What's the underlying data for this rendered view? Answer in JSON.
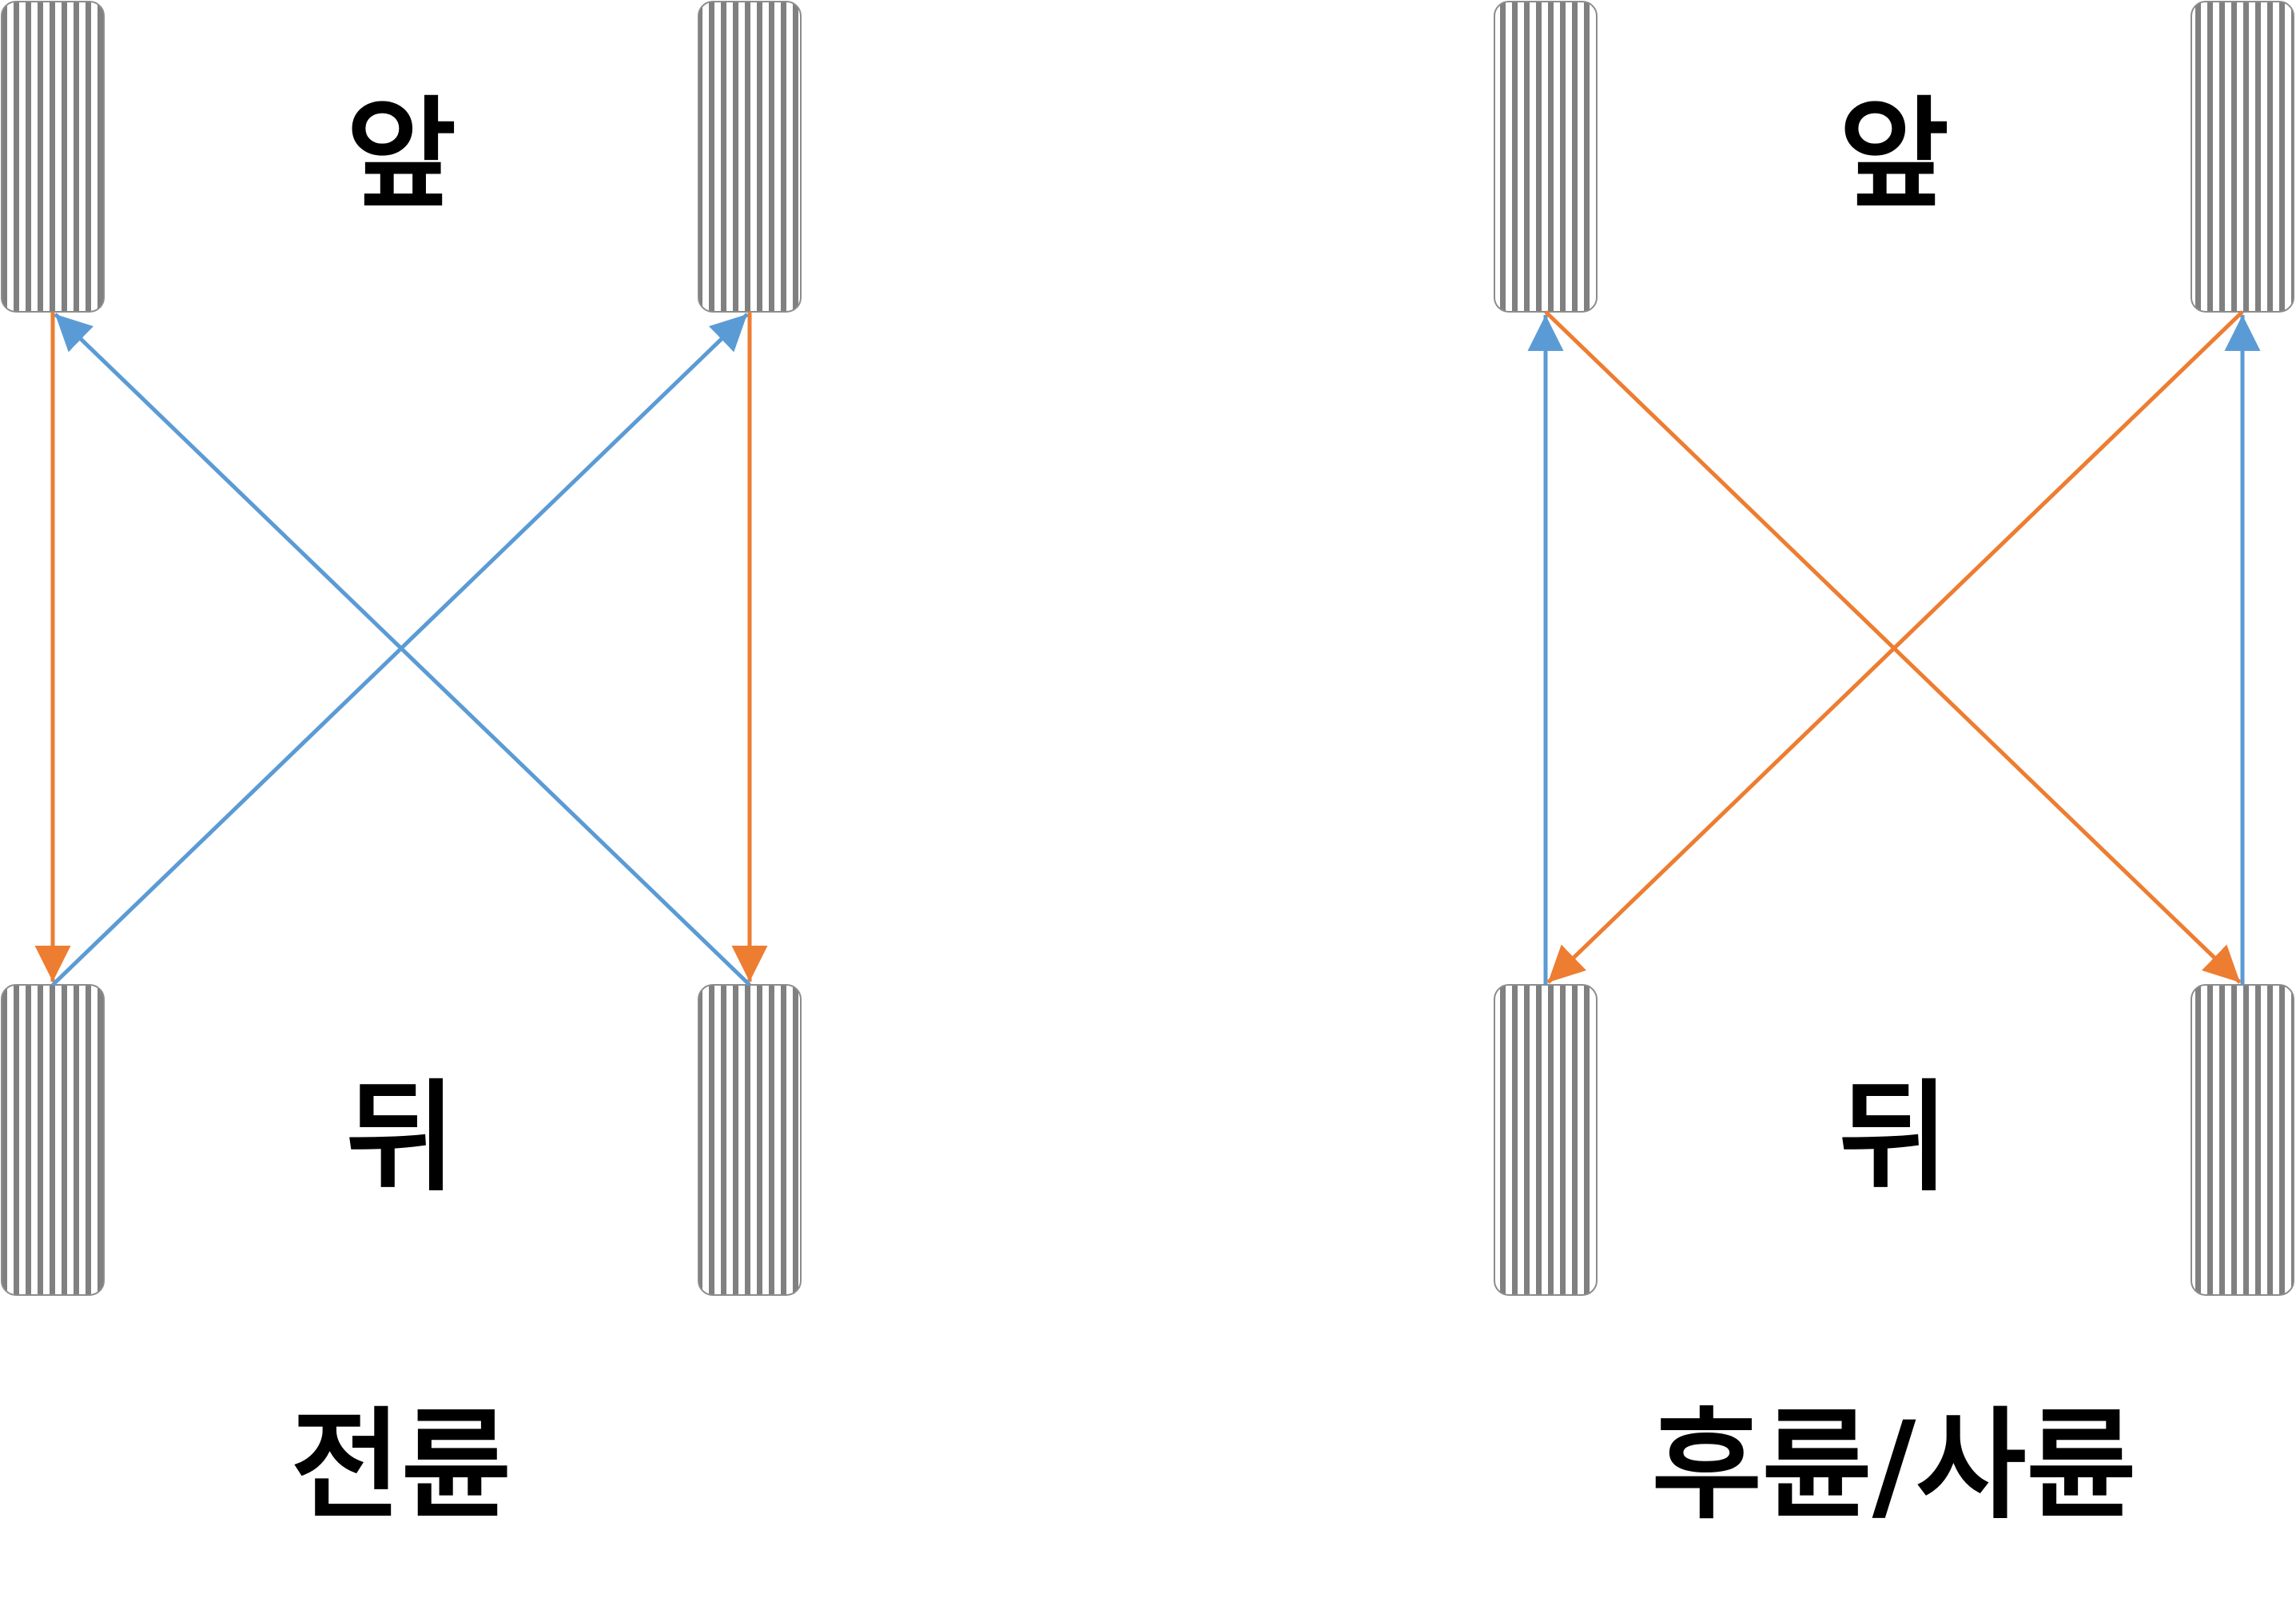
{
  "colors": {
    "orange": "#ED7D31",
    "blue": "#5B9BD5",
    "tire_stripe": "#808080",
    "tire_border": "#8c8c8c",
    "text": "#000000"
  },
  "panels": [
    {
      "id": "front-wheel-drive",
      "front_label": "앞",
      "rear_label": "뒤",
      "caption": "전륜",
      "arrows": [
        {
          "from": "front-left",
          "to": "rear-left",
          "color": "orange"
        },
        {
          "from": "front-right",
          "to": "rear-right",
          "color": "orange"
        },
        {
          "from": "rear-left",
          "to": "front-right",
          "color": "blue"
        },
        {
          "from": "rear-right",
          "to": "front-left",
          "color": "blue"
        }
      ]
    },
    {
      "id": "rear-four-wheel-drive",
      "front_label": "앞",
      "rear_label": "뒤",
      "caption": "후륜/사륜",
      "arrows": [
        {
          "from": "rear-left",
          "to": "front-left",
          "color": "blue"
        },
        {
          "from": "rear-right",
          "to": "front-right",
          "color": "blue"
        },
        {
          "from": "front-left",
          "to": "rear-right",
          "color": "orange"
        },
        {
          "from": "front-right",
          "to": "rear-left",
          "color": "orange"
        }
      ]
    }
  ]
}
